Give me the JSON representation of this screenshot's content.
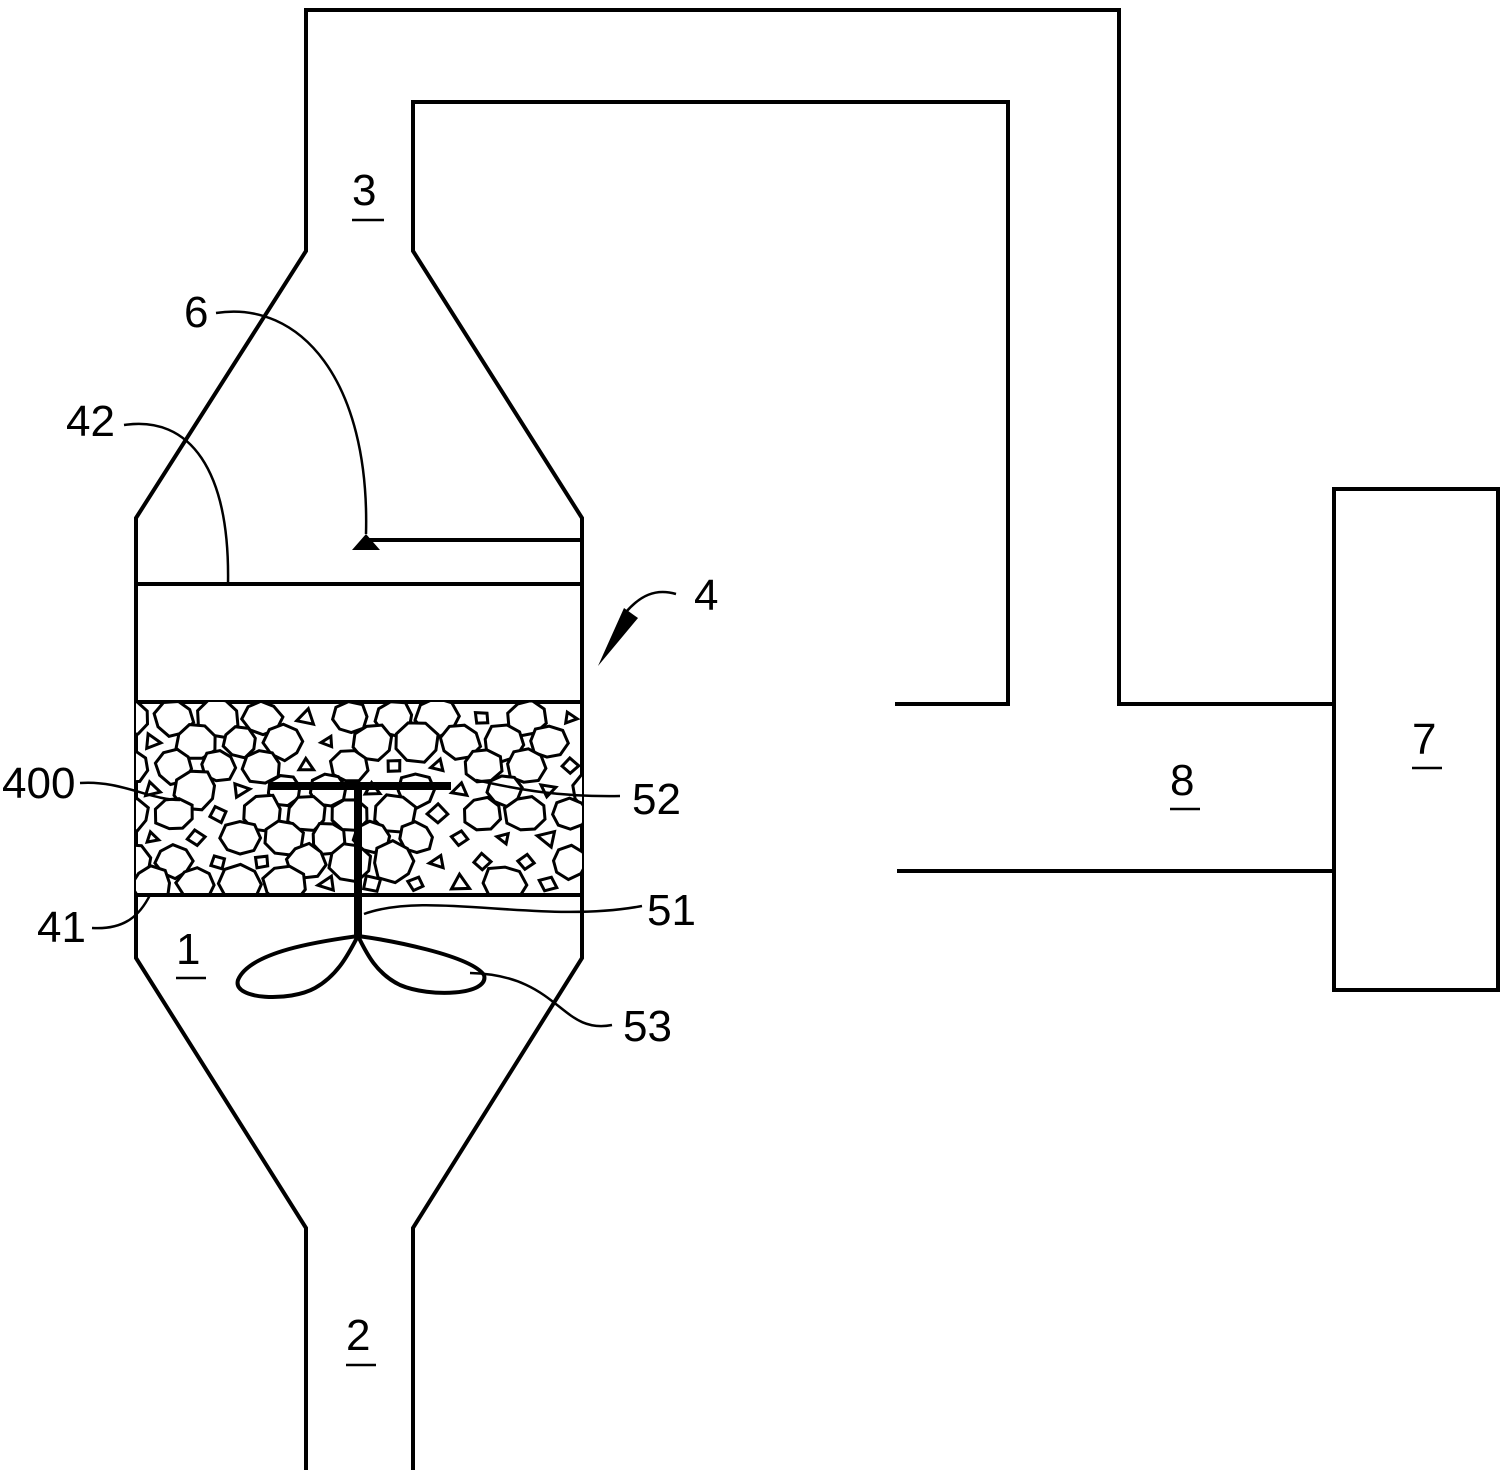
{
  "diagram": {
    "labels": {
      "reactor_body": "1",
      "inlet_pipe": "2",
      "outlet_pipe": "3",
      "filter_assembly": "4",
      "filter_media": "400",
      "lower_plate": "41",
      "upper_plate": "42",
      "shaft": "51",
      "crossbar": "52",
      "propeller": "53",
      "nozzle": "6",
      "tank": "7",
      "connecting_pipe": "8"
    }
  }
}
